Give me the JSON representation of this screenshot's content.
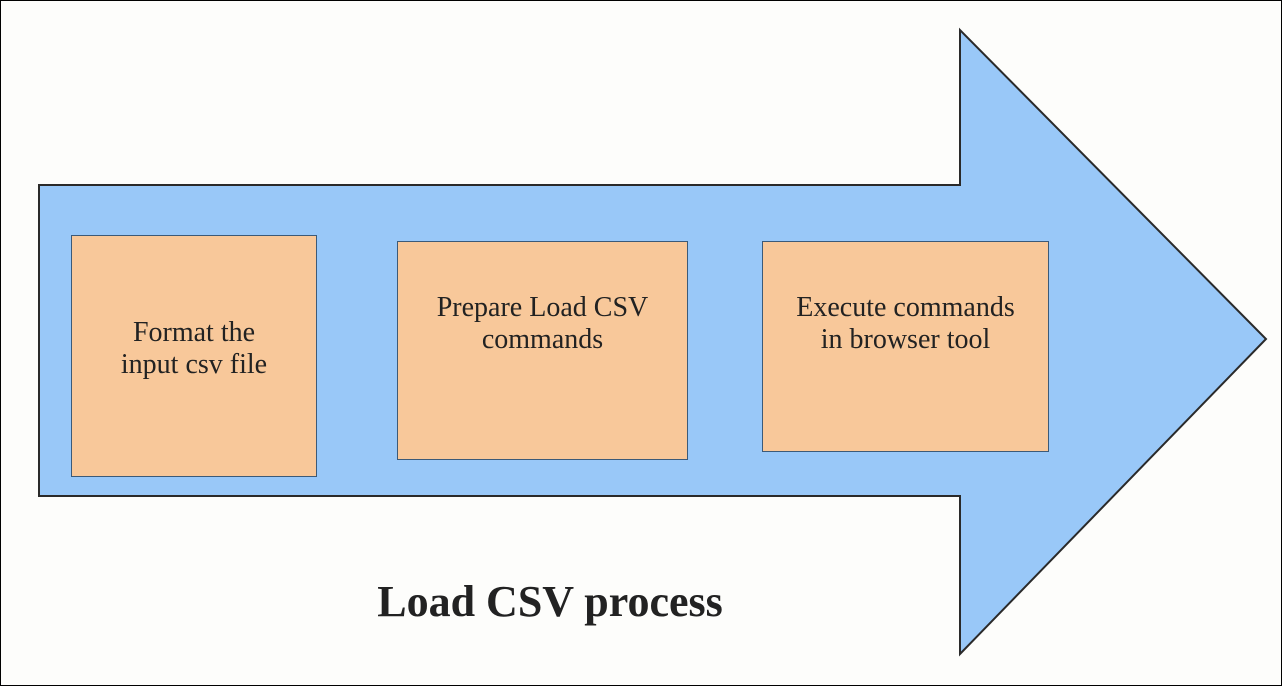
{
  "diagram": {
    "caption": "Load CSV process",
    "steps": [
      {
        "label": "Format the\ninput csv file"
      },
      {
        "label": "Prepare Load CSV\ncommands"
      },
      {
        "label": "Execute commands\nin browser tool"
      }
    ]
  },
  "colors": {
    "arrow_fill": "#99c8f8",
    "arrow_stroke": "#2a2a2a",
    "box_fill": "#f8c89a",
    "box_stroke": "#3c5a78",
    "text": "#222222"
  }
}
